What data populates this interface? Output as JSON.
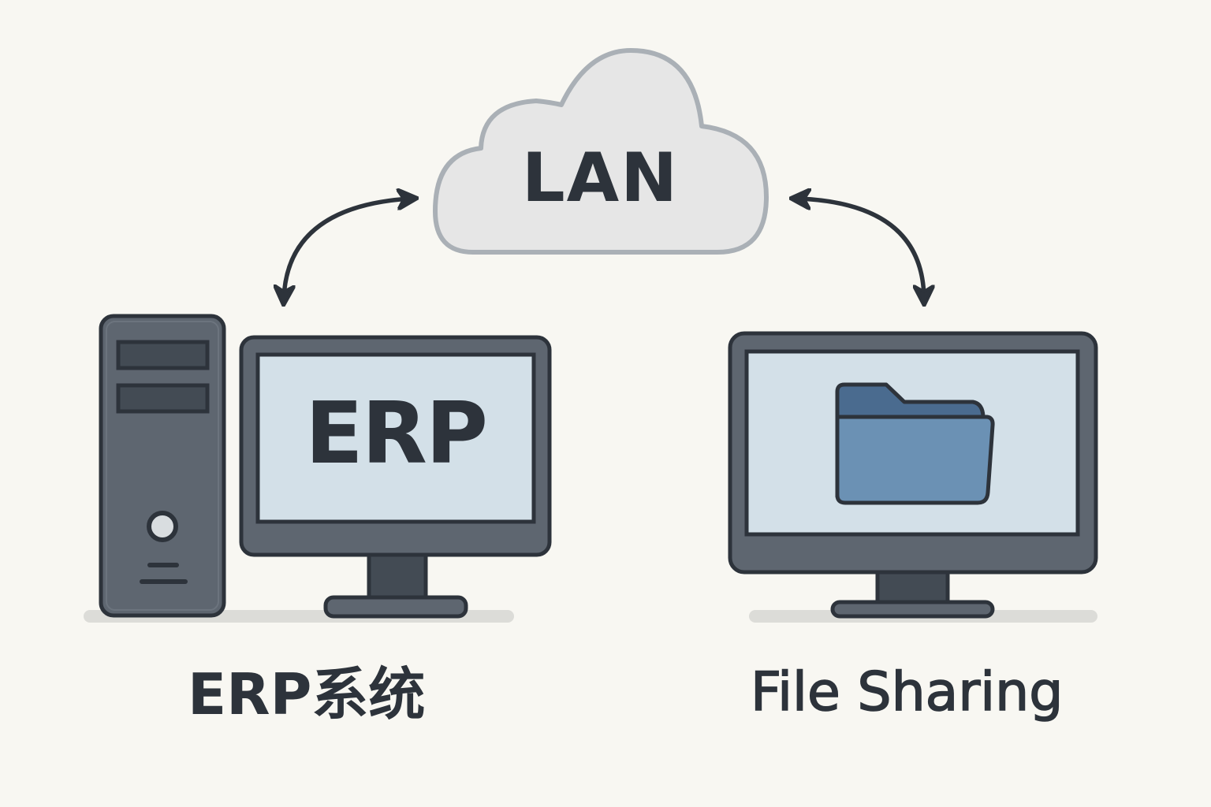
{
  "diagram": {
    "title": "LAN connecting ERP system and File Sharing",
    "network": {
      "label": "LAN",
      "icon": "cloud-icon"
    },
    "nodes": [
      {
        "id": "erp",
        "screen_text": "ERP",
        "caption": "ERP系统",
        "icons": [
          "desktop-tower-icon",
          "monitor-icon"
        ]
      },
      {
        "id": "file-sharing",
        "caption": "File Sharing",
        "icons": [
          "monitor-icon",
          "folder-icon"
        ]
      }
    ],
    "edges": [
      {
        "from": "erp",
        "to": "network",
        "style": "bidirectional-arrow"
      },
      {
        "from": "network",
        "to": "file-sharing",
        "style": "bidirectional-arrow"
      }
    ],
    "colors": {
      "background": "#f8f7f2",
      "outline": "#2d333b",
      "device_body": "#5e6670",
      "screen": "#d3e0e8",
      "cloud_fill": "#e6e6e6",
      "cloud_stroke": "#aab0b6",
      "folder_back": "#4a6b8f",
      "folder_front": "#6b91b4",
      "shadow": "#dcdcd8"
    }
  }
}
